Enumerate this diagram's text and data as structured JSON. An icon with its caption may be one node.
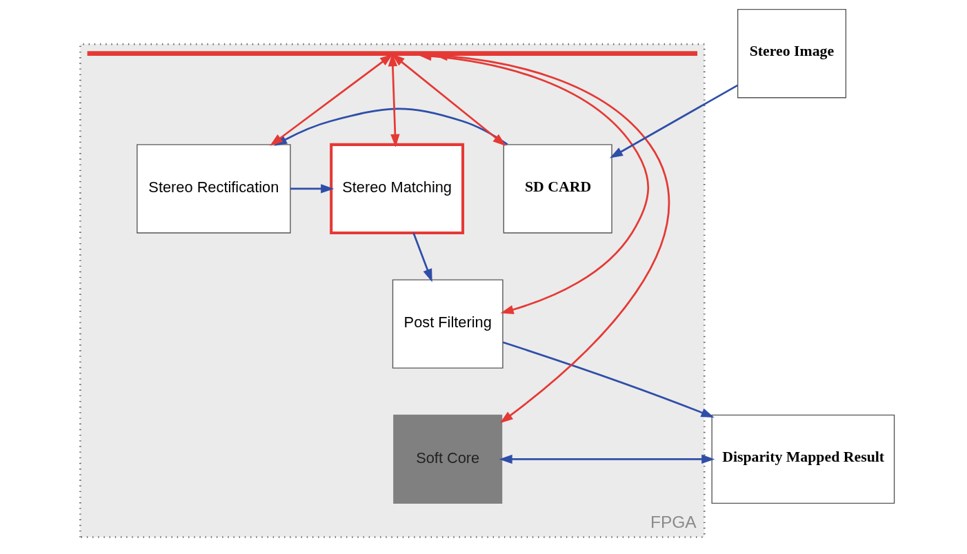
{
  "diagram": {
    "nodes": [
      {
        "text": [
          "FPGA"
        ]
      },
      {
        "text": [
          "Stereo Image"
        ]
      },
      {
        "text": [
          "SD CARD"
        ],
        "in": 0
      },
      {
        "text": [
          "Stereo Rectification"
        ],
        "in": 0
      },
      {
        "text": [
          "Stereo Matching"
        ],
        "in": 0
      },
      {
        "text": [
          "Post Filtering"
        ],
        "in": 0
      },
      {
        "text": [
          "Soft Core"
        ],
        "in": 0
      },
      {
        "text": [
          "Disparity Mapped Result"
        ]
      },
      {
        "text": [],
        "shape": "bar",
        "in": 0
      }
    ],
    "edges": [
      {
        "from": 1,
        "to": 2,
        "arrow": "to",
        "color": "#2f4ea8"
      },
      {
        "from": 2,
        "to": 3,
        "arrow": "to",
        "color": "#2f4ea8"
      },
      {
        "from": 3,
        "to": 4,
        "arrow": "to",
        "color": "#2f4ea8"
      },
      {
        "from": 4,
        "to": 5,
        "arrow": "to",
        "color": "#2f4ea8"
      },
      {
        "from": 5,
        "to": 7,
        "arrow": "to",
        "color": "#2f4ea8"
      },
      {
        "from": 6,
        "to": 7,
        "arrow": "both",
        "color": "#2f4ea8"
      },
      {
        "from": 8,
        "to": 2,
        "arrow": "both",
        "color": "#e53935"
      },
      {
        "from": 8,
        "to": 3,
        "arrow": "both",
        "color": "#e53935"
      },
      {
        "from": 8,
        "to": 4,
        "arrow": "both",
        "color": "#e53935"
      },
      {
        "from": 8,
        "to": 5,
        "arrow": "both",
        "color": "#e53935"
      },
      {
        "from": 8,
        "to": 6,
        "arrow": "both",
        "color": "#e53935"
      }
    ]
  }
}
